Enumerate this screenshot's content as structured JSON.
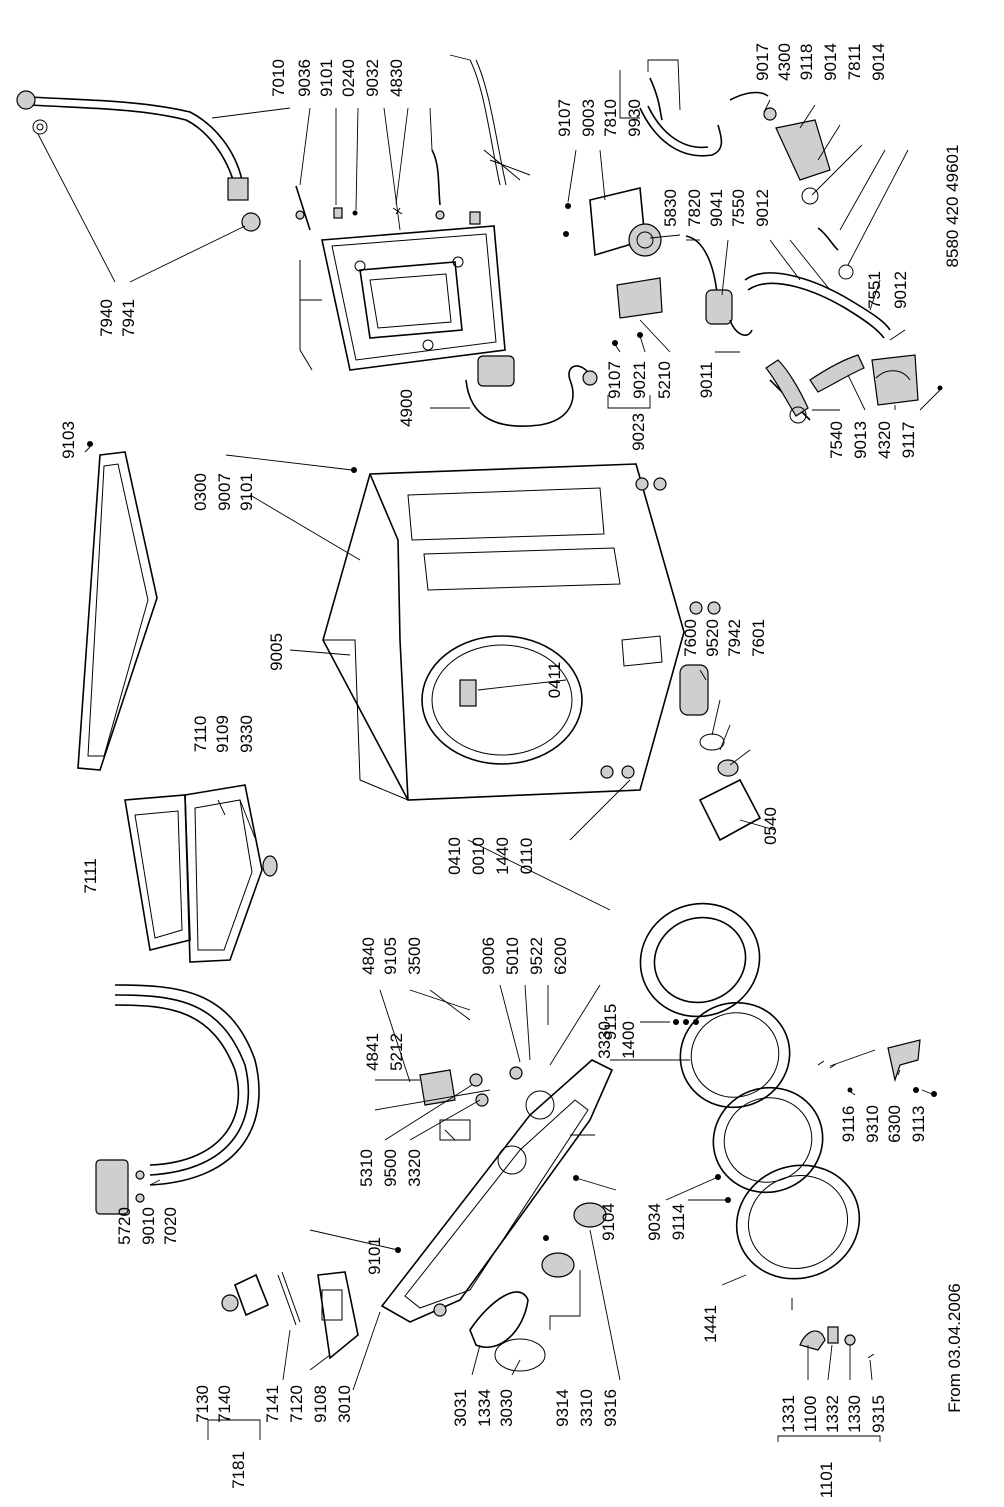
{
  "drawing": {
    "date_note": "From 03.04.2006",
    "doc_number": "8580 420 49601"
  },
  "labels": [
    {
      "id": "7010",
      "t": "7010"
    },
    {
      "id": "9036",
      "t": "9036"
    },
    {
      "id": "9101a",
      "t": "9101"
    },
    {
      "id": "0240",
      "t": "0240"
    },
    {
      "id": "9032",
      "t": "9032"
    },
    {
      "id": "4830",
      "t": "4830"
    },
    {
      "id": "9107a",
      "t": "9107"
    },
    {
      "id": "9003",
      "t": "9003"
    },
    {
      "id": "7810",
      "t": "7810"
    },
    {
      "id": "9930",
      "t": "9930"
    },
    {
      "id": "9017",
      "t": "9017"
    },
    {
      "id": "4300",
      "t": "4300"
    },
    {
      "id": "9118",
      "t": "9118"
    },
    {
      "id": "9014a",
      "t": "9014"
    },
    {
      "id": "7811",
      "t": "7811"
    },
    {
      "id": "9014b",
      "t": "9014"
    },
    {
      "id": "5830",
      "t": "5830"
    },
    {
      "id": "7820",
      "t": "7820"
    },
    {
      "id": "9041",
      "t": "9041"
    },
    {
      "id": "7550",
      "t": "7550"
    },
    {
      "id": "9012a",
      "t": "9012"
    },
    {
      "id": "7551",
      "t": "7551"
    },
    {
      "id": "9012b",
      "t": "9012"
    },
    {
      "id": "7940",
      "t": "7940"
    },
    {
      "id": "7941",
      "t": "7941"
    },
    {
      "id": "4900",
      "t": "4900"
    },
    {
      "id": "9107b",
      "t": "9107"
    },
    {
      "id": "9021",
      "t": "9021"
    },
    {
      "id": "5210",
      "t": "5210"
    },
    {
      "id": "9011",
      "t": "9011"
    },
    {
      "id": "9023",
      "t": "9023"
    },
    {
      "id": "7540",
      "t": "7540"
    },
    {
      "id": "9013",
      "t": "9013"
    },
    {
      "id": "4320",
      "t": "4320"
    },
    {
      "id": "9117",
      "t": "9117"
    },
    {
      "id": "9103",
      "t": "9103"
    },
    {
      "id": "0300",
      "t": "0300"
    },
    {
      "id": "9007",
      "t": "9007"
    },
    {
      "id": "9101b",
      "t": "9101"
    },
    {
      "id": "9005",
      "t": "9005"
    },
    {
      "id": "0411",
      "t": "0411"
    },
    {
      "id": "7600",
      "t": "7600"
    },
    {
      "id": "9520",
      "t": "9520"
    },
    {
      "id": "7942",
      "t": "7942"
    },
    {
      "id": "7601",
      "t": "7601"
    },
    {
      "id": "7110",
      "t": "7110"
    },
    {
      "id": "9109",
      "t": "9109"
    },
    {
      "id": "9330",
      "t": "9330"
    },
    {
      "id": "7111",
      "t": "7111"
    },
    {
      "id": "0410",
      "t": "0410"
    },
    {
      "id": "0010",
      "t": "0010"
    },
    {
      "id": "1440",
      "t": "1440"
    },
    {
      "id": "0110",
      "t": "0110"
    },
    {
      "id": "0540",
      "t": "0540"
    },
    {
      "id": "4840",
      "t": "4840"
    },
    {
      "id": "9105",
      "t": "9105"
    },
    {
      "id": "3500",
      "t": "3500"
    },
    {
      "id": "9006",
      "t": "9006"
    },
    {
      "id": "5010",
      "t": "5010"
    },
    {
      "id": "9522",
      "t": "9522"
    },
    {
      "id": "6200",
      "t": "6200"
    },
    {
      "id": "9115",
      "t": "9115"
    },
    {
      "id": "4841",
      "t": "4841"
    },
    {
      "id": "5212",
      "t": "5212"
    },
    {
      "id": "3330",
      "t": "3330"
    },
    {
      "id": "1400",
      "t": "1400"
    },
    {
      "id": "5310",
      "t": "5310"
    },
    {
      "id": "9500",
      "t": "9500"
    },
    {
      "id": "3320",
      "t": "3320"
    },
    {
      "id": "9116",
      "t": "9116"
    },
    {
      "id": "9310",
      "t": "9310"
    },
    {
      "id": "6300",
      "t": "6300"
    },
    {
      "id": "9113",
      "t": "9113"
    },
    {
      "id": "9104",
      "t": "9104"
    },
    {
      "id": "9034",
      "t": "9034"
    },
    {
      "id": "9114",
      "t": "9114"
    },
    {
      "id": "5720",
      "t": "5720"
    },
    {
      "id": "9010",
      "t": "9010"
    },
    {
      "id": "7020",
      "t": "7020"
    },
    {
      "id": "9101c",
      "t": "9101"
    },
    {
      "id": "1441",
      "t": "1441"
    },
    {
      "id": "7130",
      "t": "7130"
    },
    {
      "id": "7140",
      "t": "7140"
    },
    {
      "id": "7141",
      "t": "7141"
    },
    {
      "id": "7120",
      "t": "7120"
    },
    {
      "id": "9108",
      "t": "9108"
    },
    {
      "id": "3010",
      "t": "3010"
    },
    {
      "id": "3031",
      "t": "3031"
    },
    {
      "id": "1334",
      "t": "1334"
    },
    {
      "id": "3030",
      "t": "3030"
    },
    {
      "id": "9314",
      "t": "9314"
    },
    {
      "id": "3310",
      "t": "3310"
    },
    {
      "id": "9316",
      "t": "9316"
    },
    {
      "id": "1331",
      "t": "1331"
    },
    {
      "id": "1100",
      "t": "1100"
    },
    {
      "id": "1332",
      "t": "1332"
    },
    {
      "id": "1330",
      "t": "1330"
    },
    {
      "id": "9315",
      "t": "9315"
    },
    {
      "id": "7181",
      "t": "7181"
    },
    {
      "id": "1101",
      "t": "1101"
    }
  ]
}
